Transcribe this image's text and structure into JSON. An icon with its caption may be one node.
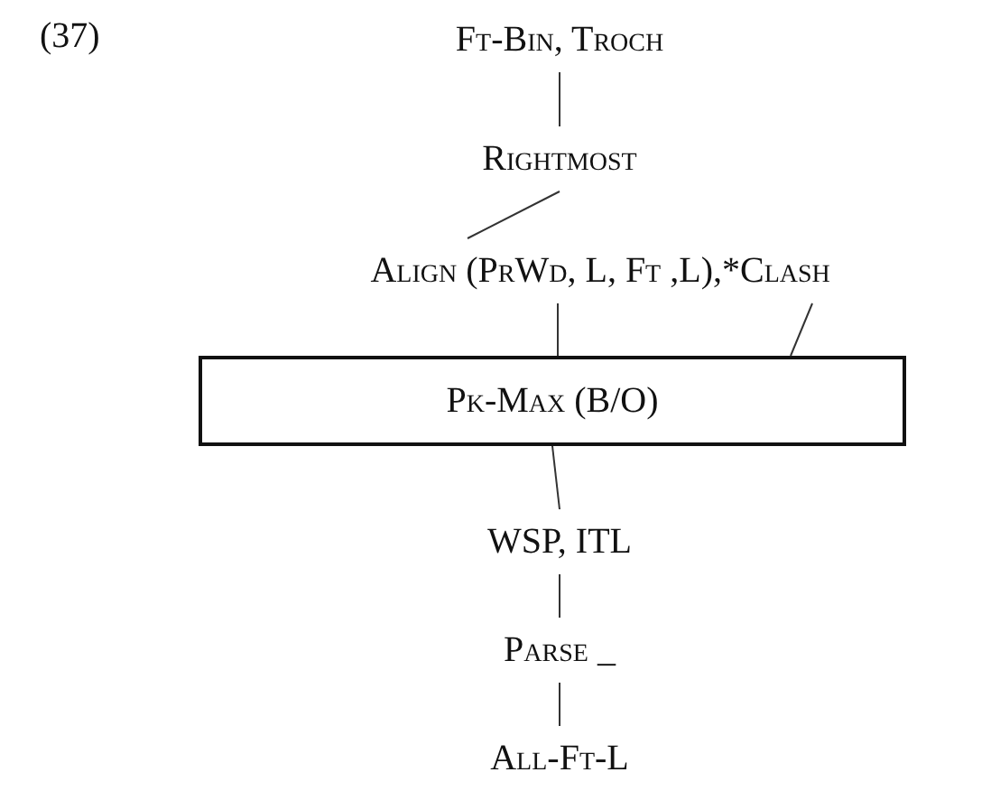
{
  "diagram": {
    "nodes": [
      {
        "text": [
          "Ft-Bin, Troch"
        ]
      },
      {
        "text": [
          "Rightmost"
        ]
      },
      {
        "text": [
          "Align (PrWd, L, Ft ,L),"
        ]
      },
      {
        "text": [
          "*Clash"
        ]
      },
      {
        "text": [
          "Pk-Max (B/O)"
        ]
      },
      {
        "text": [
          "WSP, ITL"
        ]
      },
      {
        "text": [
          "Parse _"
        ]
      },
      {
        "text": [
          "All-Ft-L"
        ]
      }
    ],
    "edges": [
      {
        "from": 0,
        "to": 1,
        "arrow": "none"
      },
      {
        "from": 1,
        "to": 2,
        "arrow": "none"
      },
      {
        "from": 2,
        "to": 4,
        "arrow": "none"
      },
      {
        "from": 3,
        "to": 4,
        "arrow": "none"
      },
      {
        "from": 4,
        "to": 5,
        "arrow": "none"
      },
      {
        "from": 5,
        "to": 6,
        "arrow": "none"
      },
      {
        "from": 6,
        "to": 7,
        "arrow": "none"
      }
    ],
    "labels": [
      "(37)"
    ]
  }
}
